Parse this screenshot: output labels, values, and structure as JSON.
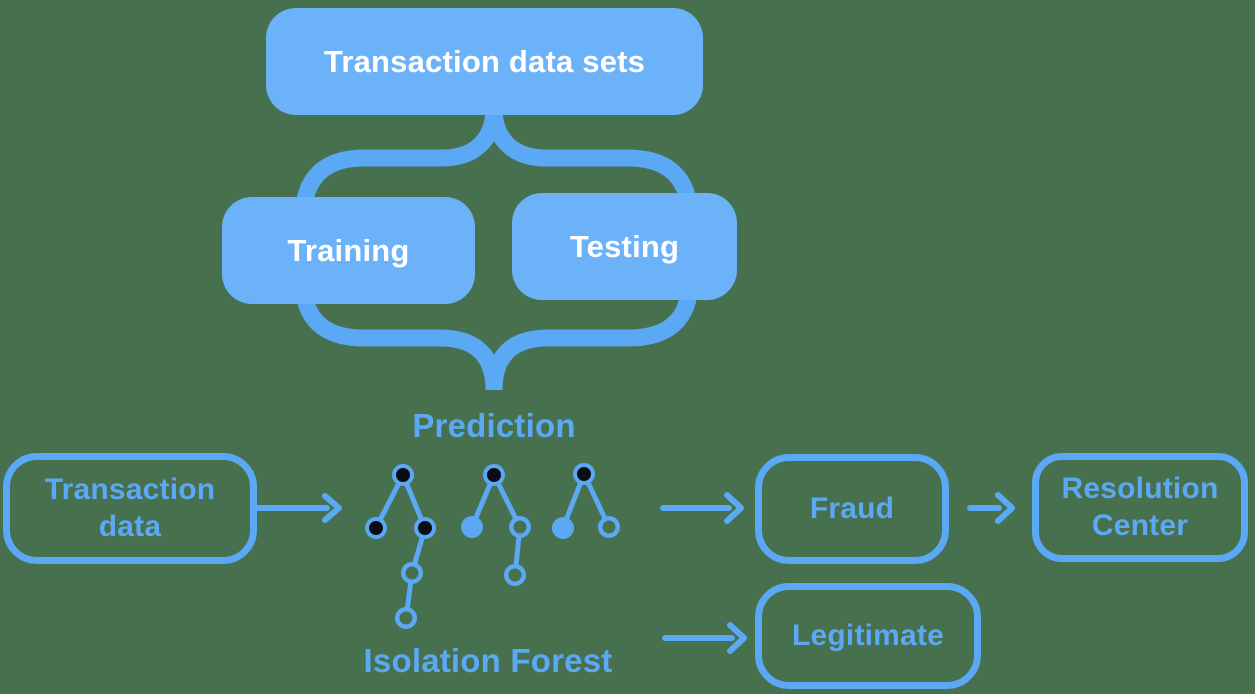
{
  "colors": {
    "background": "#47704F",
    "box_fill_blue": "#6CB2F9",
    "outline_blue": "#5BA8F4",
    "text_white": "#FFFFFF",
    "node_dark": "#0A0E14"
  },
  "flow": {
    "top_box": "Transaction data sets",
    "training_box": "Training",
    "testing_box": "Testing",
    "prediction_label": "Prediction",
    "isolation_forest_label": "Isolation Forest",
    "input_box": {
      "line1": "Transaction",
      "line2": "data"
    },
    "fraud_box": "Fraud",
    "resolution_box": {
      "line1": "Resolution",
      "line2": "Center"
    },
    "legitimate_box": "Legitimate"
  },
  "diagram": {
    "type": "flow-diagram",
    "connections": [
      "Transaction data sets -> Training",
      "Transaction data sets -> Testing",
      "Training + Testing -> Prediction (Isolation Forest trees)",
      "Transaction data -> Isolation Forest",
      "Isolation Forest -> Fraud",
      "Fraud -> Resolution Center",
      "Isolation Forest -> Legitimate"
    ],
    "tree_count": 3
  }
}
